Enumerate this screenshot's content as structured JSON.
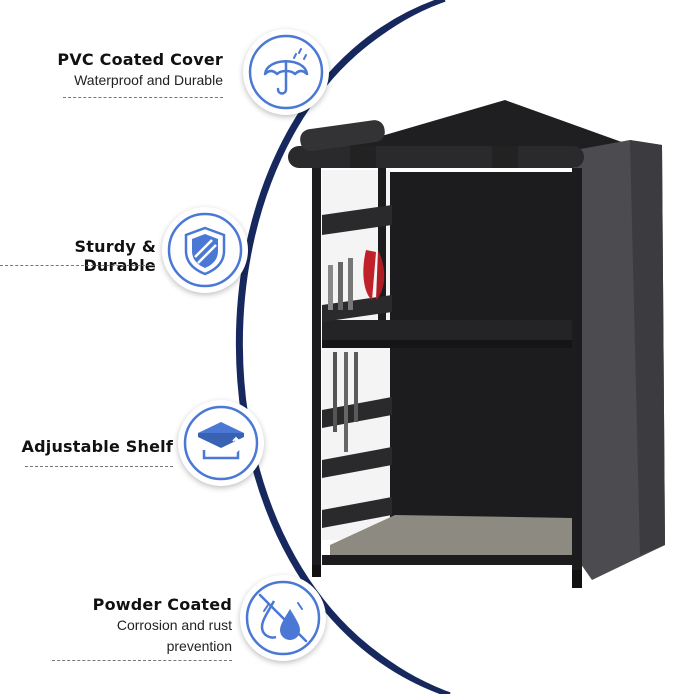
{
  "features": [
    {
      "title": "PVC Coated Cover",
      "lines": [
        "Waterproof and Durable"
      ],
      "icon": "umbrella-icon"
    },
    {
      "title": "Sturdy & Durable",
      "lines": [],
      "icon": "shield-icon"
    },
    {
      "title": "Adjustable Shelf",
      "lines": [],
      "icon": "shelf-icon"
    },
    {
      "title": "Powder Coated",
      "lines": [
        "Corrosion and rust",
        "prevention"
      ],
      "icon": "rustproof-icon"
    }
  ],
  "colors": {
    "accent": "#4a78d4",
    "arc": "#16285e",
    "cover": "#2b2b2e",
    "frame": "#1c1c1e"
  }
}
